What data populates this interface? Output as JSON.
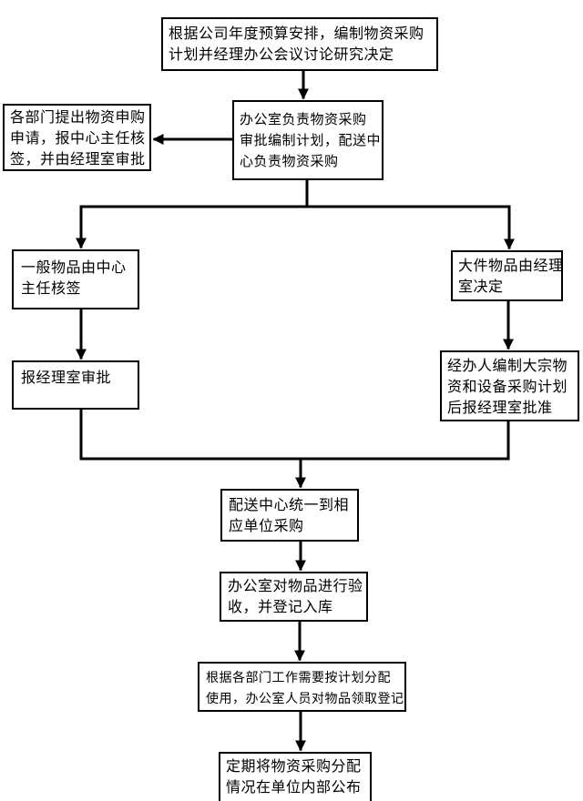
{
  "flowchart": {
    "kind": "flowchart",
    "colors": {
      "line": "#000000",
      "border": "#000000",
      "background": "#ffffff",
      "text": "#000000"
    },
    "nodes": {
      "budget_plan": {
        "label": "根据公司年度预算安排，编制物资采购\n计划并经理办公会议讨论研究决定"
      },
      "office_duty": {
        "label": "办公室负责物资采购\n审批编制计划，配送中\n心负责物资采购"
      },
      "dept_request": {
        "label": "各部门提出物资申购\n申请，报中心主任核\n签，并由经理室审批"
      },
      "general_items": {
        "label": "一般物品由中心\n主任核签"
      },
      "manager_approval": {
        "label": "报经理室审批"
      },
      "large_items": {
        "label": "大件物品由经理\n室决定"
      },
      "bulk_plan": {
        "label": "经办人编制大宗物\n资和设备采购计划\n后报经理室批准"
      },
      "center_purchase": {
        "label": "配送中心统一到相\n应单位采购"
      },
      "inspect_register": {
        "label": "办公室对物品进行验\n收，并登记入库"
      },
      "distribute_use": {
        "label": "根据各部门工作需要按计划分配\n使用，办公室人员对物品领取登记"
      },
      "publish_result": {
        "label": "定期将物资采购分配\n情况在单位内部公布"
      }
    },
    "edges": [
      {
        "from": "budget_plan",
        "to": "office_duty"
      },
      {
        "from": "office_duty",
        "to": "dept_request"
      },
      {
        "from": "office_duty",
        "to": "general_items"
      },
      {
        "from": "office_duty",
        "to": "large_items"
      },
      {
        "from": "general_items",
        "to": "manager_approval"
      },
      {
        "from": "large_items",
        "to": "bulk_plan"
      },
      {
        "from": "manager_approval",
        "to": "center_purchase"
      },
      {
        "from": "bulk_plan",
        "to": "center_purchase"
      },
      {
        "from": "center_purchase",
        "to": "inspect_register"
      },
      {
        "from": "inspect_register",
        "to": "distribute_use"
      },
      {
        "from": "distribute_use",
        "to": "publish_result"
      }
    ]
  }
}
